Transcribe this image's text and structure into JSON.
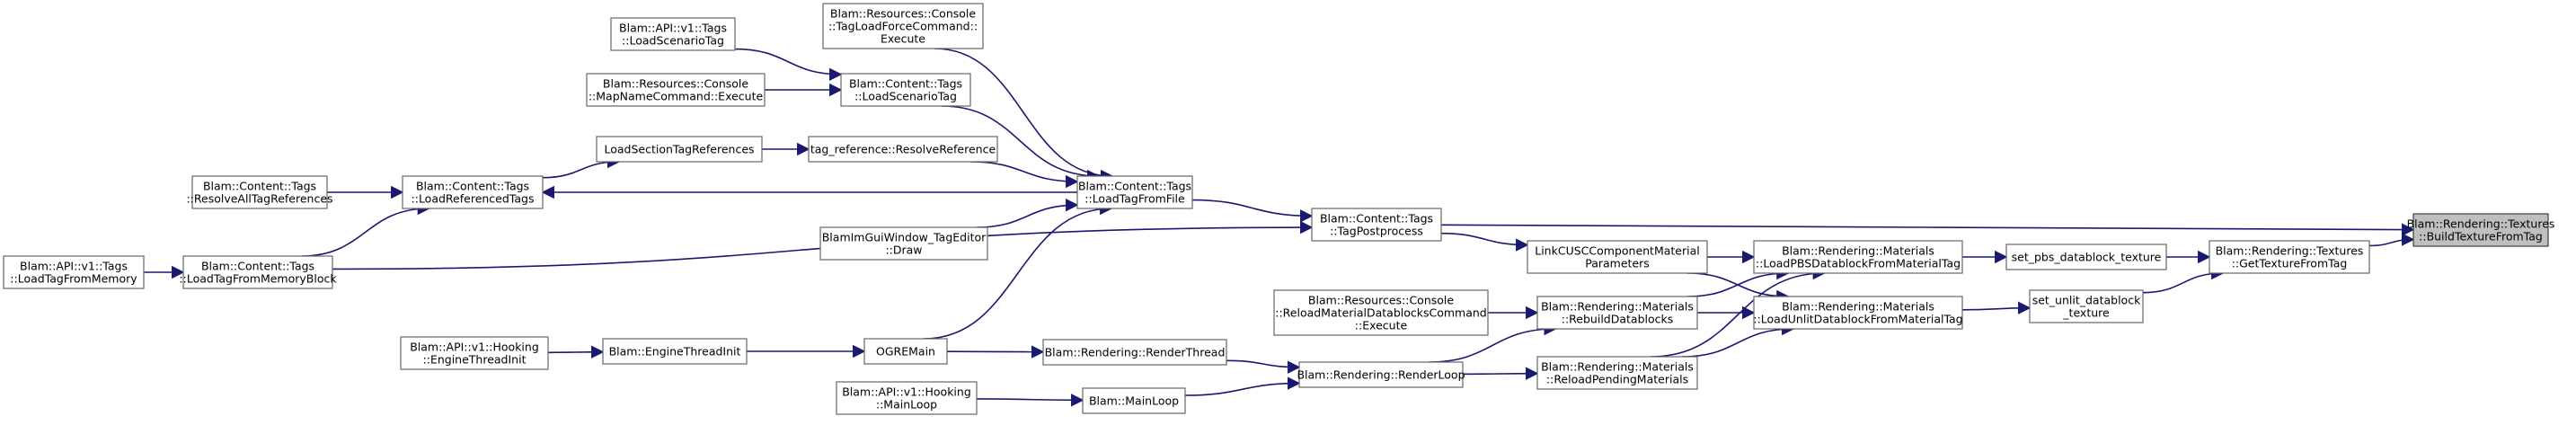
{
  "title": "",
  "nodes": [
    {
      "id": "build",
      "lines": [
        "Blam::Rendering::Textures",
        "::BuildTextureFromTag"
      ],
      "focus": true
    },
    {
      "id": "gettex",
      "lines": [
        "Blam::Rendering::Textures",
        "::GetTextureFromTag"
      ]
    },
    {
      "id": "pbs",
      "lines": [
        "set_pbs_datablock_texture"
      ]
    },
    {
      "id": "unlit",
      "lines": [
        "set_unlit_datablock",
        "_texture"
      ]
    },
    {
      "id": "loadpbs",
      "lines": [
        "Blam::Rendering::Materials",
        "::LoadPBSDatablockFromMaterialTag"
      ]
    },
    {
      "id": "loadunlit",
      "lines": [
        "Blam::Rendering::Materials",
        "::LoadUnlitDatablockFromMaterialTag"
      ]
    },
    {
      "id": "linkcusc",
      "lines": [
        "LinkCUSCComponentMaterial",
        "Parameters"
      ]
    },
    {
      "id": "rebuild",
      "lines": [
        "Blam::Rendering::Materials",
        "::RebuildDatablocks"
      ]
    },
    {
      "id": "reloadpend",
      "lines": [
        "Blam::Rendering::Materials",
        "::ReloadPendingMaterials"
      ]
    },
    {
      "id": "reloadcmd",
      "lines": [
        "Blam::Resources::Console",
        "::ReloadMaterialDatablocksCommand",
        "::Execute"
      ]
    },
    {
      "id": "renderloop",
      "lines": [
        "Blam::Rendering::RenderLoop"
      ]
    },
    {
      "id": "renderthread",
      "lines": [
        "Blam::Rendering::RenderThread"
      ]
    },
    {
      "id": "mainloop",
      "lines": [
        "Blam::MainLoop"
      ]
    },
    {
      "id": "apimainloop",
      "lines": [
        "Blam::API::v1::Hooking",
        "::MainLoop"
      ]
    },
    {
      "id": "ogremain",
      "lines": [
        "OGREMain"
      ]
    },
    {
      "id": "enginethread",
      "lines": [
        "Blam::EngineThreadInit"
      ]
    },
    {
      "id": "apienginethread",
      "lines": [
        "Blam::API::v1::Hooking",
        "::EngineThreadInit"
      ]
    },
    {
      "id": "tagpost",
      "lines": [
        "Blam::Content::Tags",
        "::TagPostprocess"
      ]
    },
    {
      "id": "loadtagfile",
      "lines": [
        "Blam::Content::Tags",
        "::LoadTagFromFile"
      ]
    },
    {
      "id": "resolveref",
      "lines": [
        "tag_reference::ResolveReference"
      ]
    },
    {
      "id": "loadsection",
      "lines": [
        "LoadSectionTagReferences"
      ]
    },
    {
      "id": "loadreferenced",
      "lines": [
        "Blam::Content::Tags",
        "::LoadReferencedTags"
      ]
    },
    {
      "id": "resolveall",
      "lines": [
        "Blam::Content::Tags",
        "::ResolveAllTagReferences"
      ]
    },
    {
      "id": "loadmemblock",
      "lines": [
        "Blam::Content::Tags",
        "::LoadTagFromMemoryBlock"
      ]
    },
    {
      "id": "apiloadmem",
      "lines": [
        "Blam::API::v1::Tags",
        "::LoadTagFromMemory"
      ]
    },
    {
      "id": "loadscenario",
      "lines": [
        "Blam::Content::Tags",
        "::LoadScenarioTag"
      ]
    },
    {
      "id": "apiloadscenario",
      "lines": [
        "Blam::API::v1::Tags",
        "::LoadScenarioTag"
      ]
    },
    {
      "id": "mapname",
      "lines": [
        "Blam::Resources::Console",
        "::MapNameCommand::Execute"
      ]
    },
    {
      "id": "tagloadforce",
      "lines": [
        "Blam::Resources::Console",
        "::TagLoadForceCommand::",
        "Execute"
      ]
    },
    {
      "id": "imgui",
      "lines": [
        "BlamImGuiWindow_TagEditor",
        "::Draw"
      ]
    }
  ],
  "edges": [
    [
      "gettex",
      "build"
    ],
    [
      "tagpost",
      "build"
    ],
    [
      "pbs",
      "gettex"
    ],
    [
      "unlit",
      "gettex"
    ],
    [
      "loadpbs",
      "pbs"
    ],
    [
      "loadunlit",
      "unlit"
    ],
    [
      "linkcusc",
      "loadpbs"
    ],
    [
      "rebuild",
      "loadpbs"
    ],
    [
      "reloadpend",
      "loadpbs"
    ],
    [
      "linkcusc",
      "loadunlit"
    ],
    [
      "rebuild",
      "loadunlit"
    ],
    [
      "reloadpend",
      "loadunlit"
    ],
    [
      "reloadcmd",
      "rebuild"
    ],
    [
      "renderloop",
      "rebuild"
    ],
    [
      "renderloop",
      "reloadpend"
    ],
    [
      "renderthread",
      "renderloop"
    ],
    [
      "mainloop",
      "renderloop"
    ],
    [
      "apimainloop",
      "mainloop"
    ],
    [
      "ogremain",
      "renderthread"
    ],
    [
      "enginethread",
      "ogremain"
    ],
    [
      "apienginethread",
      "enginethread"
    ],
    [
      "loadtagfile",
      "tagpost"
    ],
    [
      "loadmemblock",
      "tagpost"
    ],
    [
      "tagpost",
      "linkcusc"
    ],
    [
      "ogremain",
      "loadtagfile"
    ],
    [
      "imgui",
      "loadtagfile"
    ],
    [
      "resolveref",
      "loadtagfile"
    ],
    [
      "loadscenario",
      "loadtagfile"
    ],
    [
      "tagloadforce",
      "loadtagfile"
    ],
    [
      "loadsection",
      "resolveref"
    ],
    [
      "loadreferenced",
      "loadsection"
    ],
    [
      "loadtagfile",
      "loadreferenced"
    ],
    [
      "resolveall",
      "loadreferenced"
    ],
    [
      "loadmemblock",
      "loadreferenced"
    ],
    [
      "apiloadmem",
      "loadmemblock"
    ],
    [
      "apiloadscenario",
      "loadscenario"
    ],
    [
      "mapname",
      "loadscenario"
    ]
  ]
}
